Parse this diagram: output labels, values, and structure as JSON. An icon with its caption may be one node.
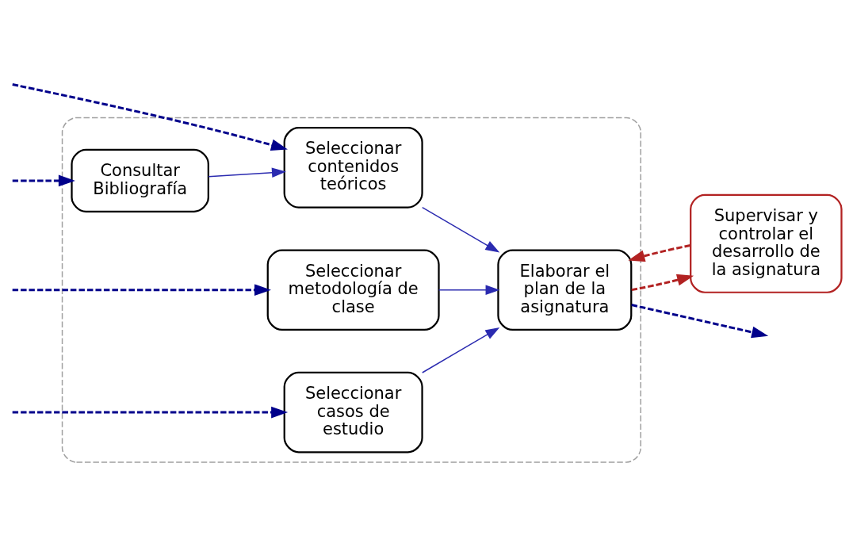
{
  "diagram": {
    "nodes": [
      {
        "text": [],
        "shape": "cloud"
      },
      {
        "text": [
          "Consultar Bibliografía"
        ],
        "in": 0
      },
      {
        "text": [
          "Seleccionar contenidos teóricos"
        ],
        "in": 0
      },
      {
        "text": [
          "Seleccionar metodología de clase"
        ],
        "in": 0
      },
      {
        "text": [
          "Supervisar y controlar el desarrollo de la asignatura"
        ]
      },
      {
        "text": [
          "Seleccionar casos de estudio"
        ],
        "in": 0
      },
      {
        "text": [
          "Elaborar el plan de la asignatura"
        ],
        "in": 0
      }
    ],
    "edges": [
      {
        "from": null,
        "to": 1,
        "arrow": "to",
        "style": "dashed",
        "color": "#00008b"
      },
      {
        "from": null,
        "to": 2,
        "arrow": "to",
        "style": "dashed",
        "color": "#00008b"
      },
      {
        "from": 1,
        "to": 2,
        "arrow": "to",
        "color": "#2b2bb0"
      },
      {
        "from": null,
        "to": 3,
        "arrow": "to",
        "style": "dashed",
        "color": "#00008b"
      },
      {
        "from": 2,
        "to": 6,
        "arrow": "to",
        "color": "#2b2bb0"
      },
      {
        "from": 3,
        "to": 6,
        "arrow": "to",
        "color": "#2b2bb0"
      },
      {
        "from": 6,
        "to": 4,
        "arrow": "to",
        "style": "dashed",
        "color": "#b22222"
      },
      {
        "from": 4,
        "to": 6,
        "arrow": "to",
        "style": "dashed",
        "color": "#b22222"
      },
      {
        "from": null,
        "to": 5,
        "arrow": "to",
        "style": "dashed",
        "color": "#00008b"
      },
      {
        "from": 5,
        "to": 6,
        "arrow": "to",
        "color": "#2b2bb0"
      },
      {
        "from": 6,
        "to": null,
        "arrow": "to",
        "style": "dashed",
        "color": "#00008b"
      }
    ]
  }
}
